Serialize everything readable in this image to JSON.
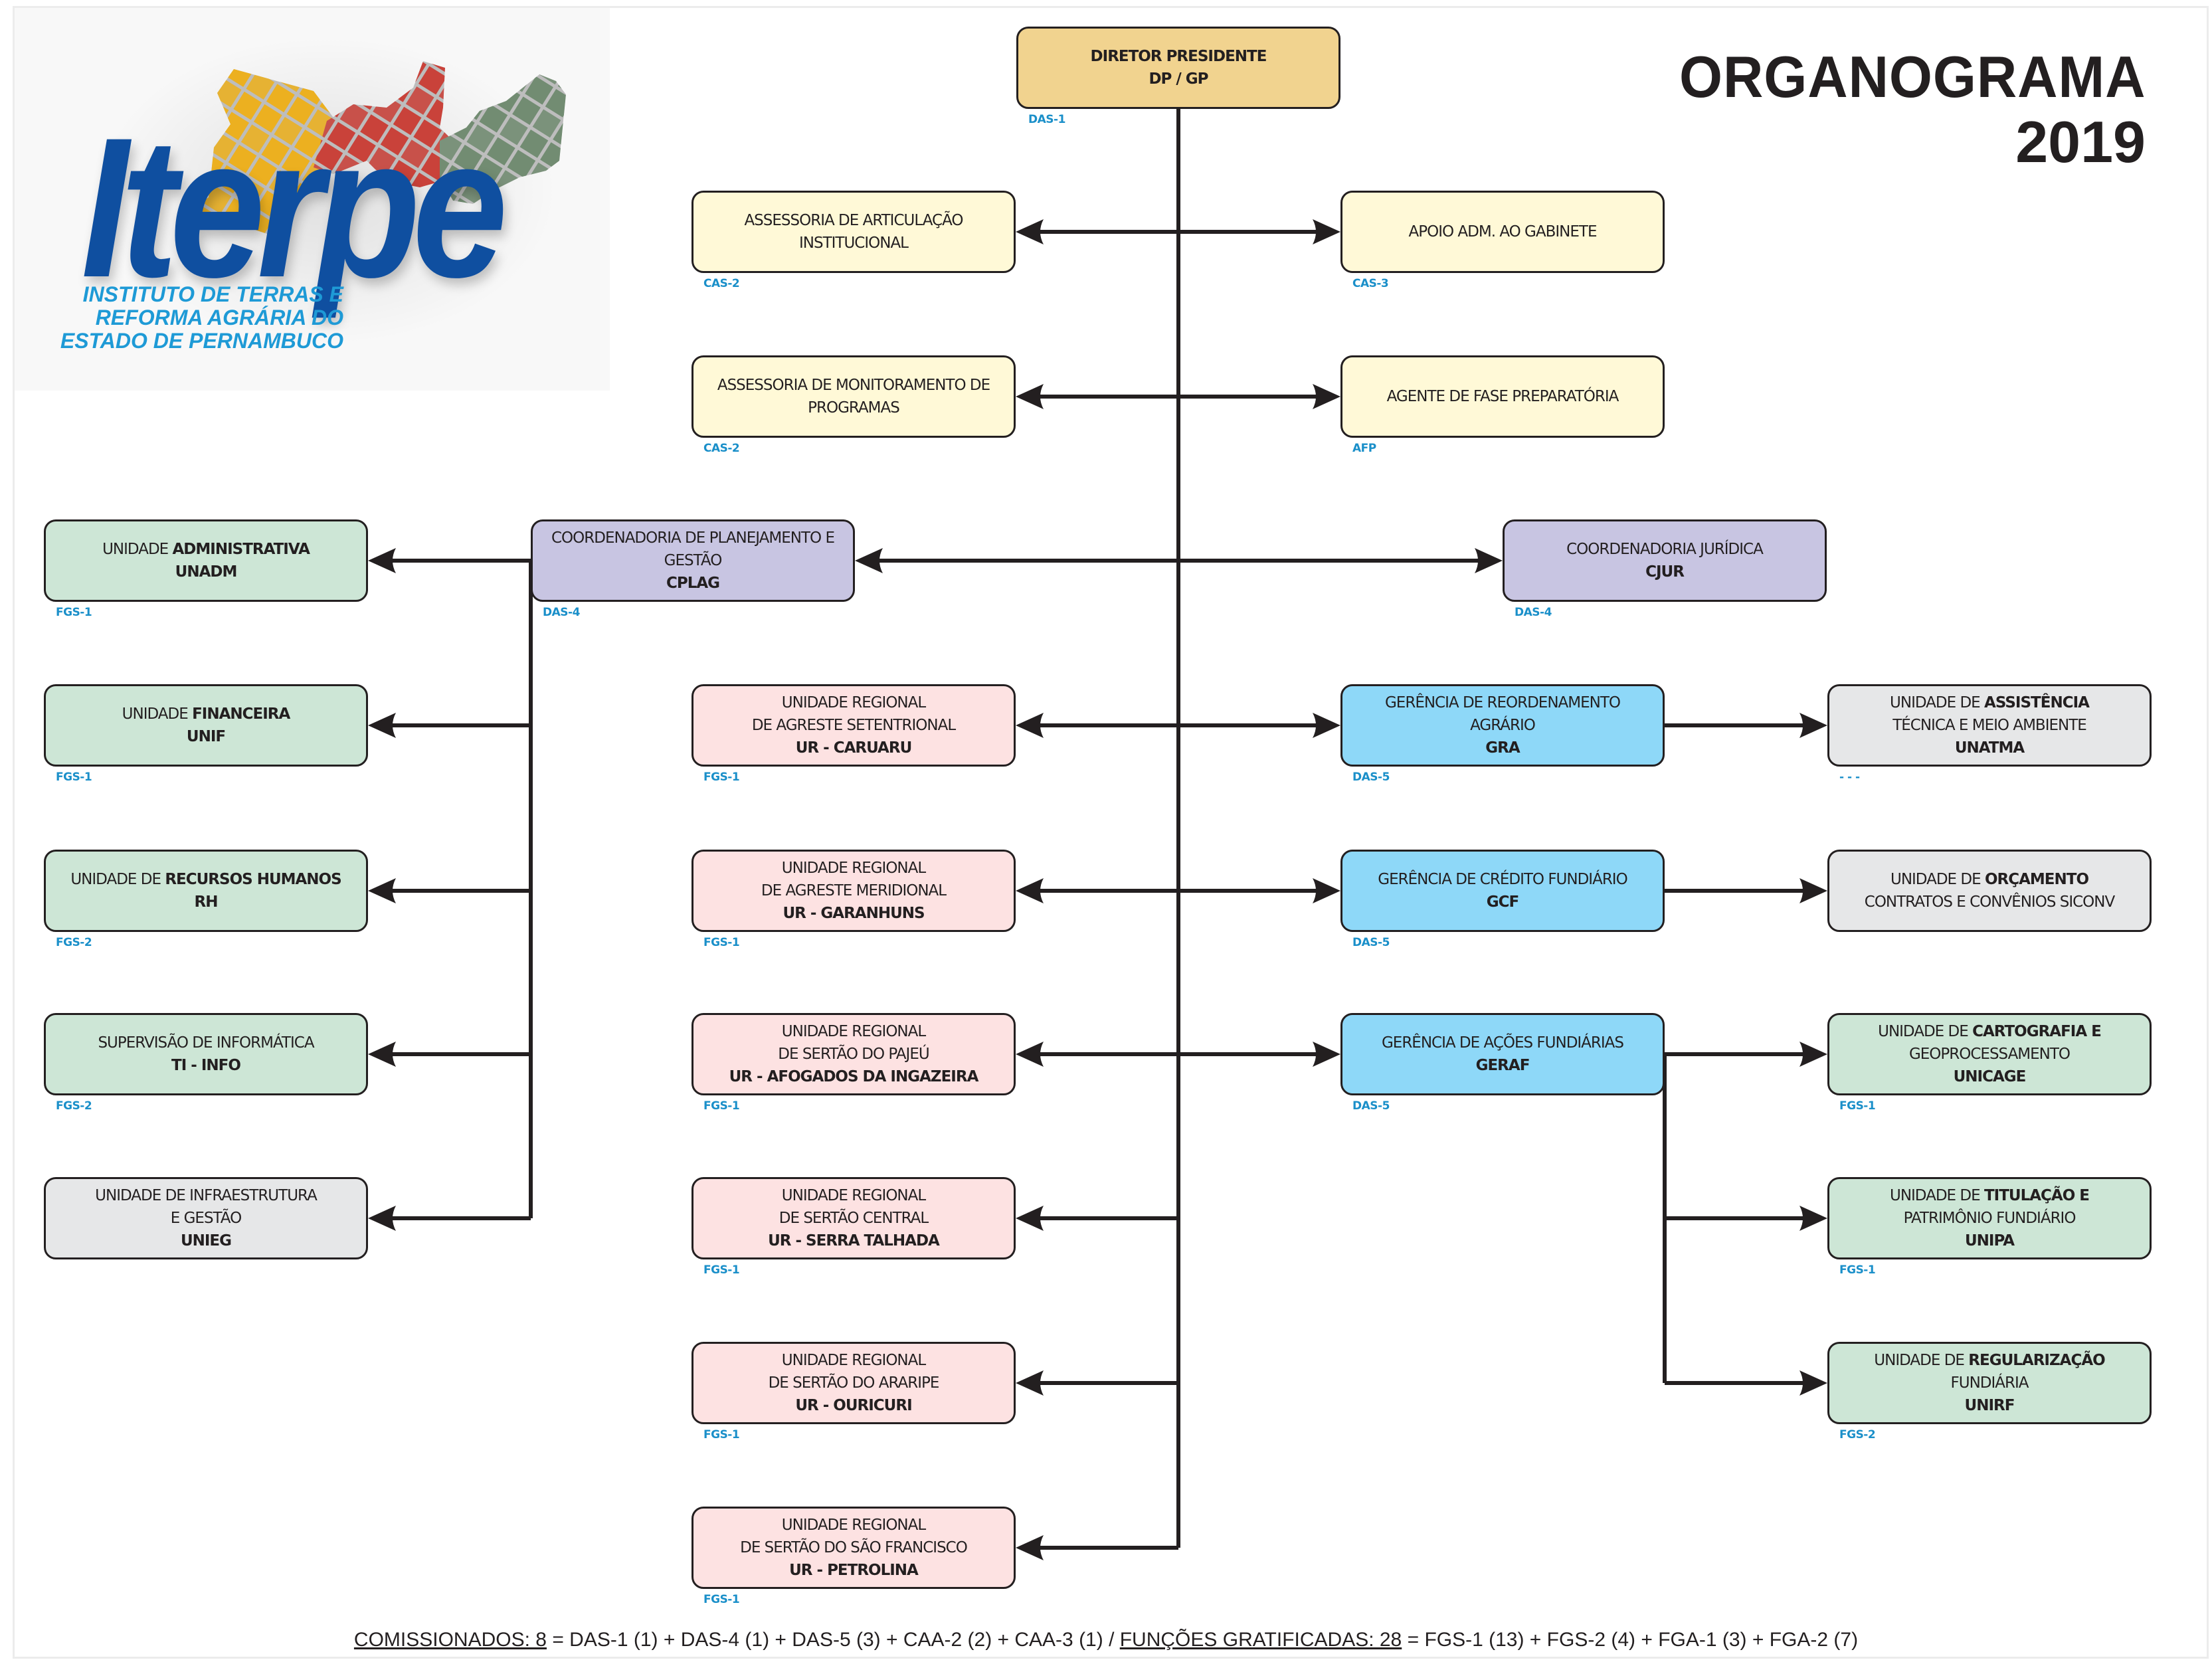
{
  "logo": {
    "wordmark": "Iterpe",
    "subtitle": [
      "INSTITUTO DE TERRAS E",
      "REFORMA AGRÁRIA DO",
      "ESTADO DE PERNAMBUCO"
    ],
    "colors": {
      "wordmark": "#0f4fa0",
      "subtitle": "#1e9ad6",
      "map_west": "#ecb020",
      "map_center": "#c9423a",
      "map_east": "#728c72"
    }
  },
  "title": {
    "line1": "ORGANOGRAMA",
    "line2": "2019"
  },
  "colors": {
    "director": "#f1d38f",
    "advisory": "#fff9d7",
    "coordination": "#c8c5e2",
    "regional": "#fde2e2",
    "management": "#8ed8f8",
    "unit": "#cde6d6",
    "unit_unfilled": "#e6e7e8",
    "grade_text": "#1a8fc9",
    "lines": "#231f20"
  },
  "boxes": {
    "dp": {
      "lines": [
        {
          "pre": "DIRETOR PRESIDENTE",
          "em": ""
        }
      ],
      "code": "DP / GP",
      "grade": "DAS-1"
    },
    "aai": {
      "lines": [
        {
          "pre": "ASSESSORIA DE ARTICULAÇÃO",
          "em": ""
        },
        {
          "pre": "INSTITUCIONAL",
          "em": ""
        }
      ],
      "code": "",
      "grade": "CAS-2"
    },
    "aag": {
      "lines": [
        {
          "pre": "APOIO ADM. AO GABINETE",
          "em": ""
        }
      ],
      "code": "",
      "grade": "CAS-3"
    },
    "amp": {
      "lines": [
        {
          "pre": "ASSESSORIA DE MONITORAMENTO DE",
          "em": ""
        },
        {
          "pre": "PROGRAMAS",
          "em": ""
        }
      ],
      "code": "",
      "grade": "CAS-2"
    },
    "afp": {
      "lines": [
        {
          "pre": "AGENTE DE FASE PREPARATÓRIA",
          "em": ""
        }
      ],
      "code": "",
      "grade": "AFP"
    },
    "cplag": {
      "lines": [
        {
          "pre": "COORDENADORIA DE PLANEJAMENTO E",
          "em": ""
        },
        {
          "pre": "GESTÃO",
          "em": ""
        }
      ],
      "code": "CPLAG",
      "grade": "DAS-4"
    },
    "cjur": {
      "lines": [
        {
          "pre": "COORDENADORIA JURÍDICA",
          "em": ""
        }
      ],
      "code": "CJUR",
      "grade": "DAS-4"
    },
    "unadm": {
      "lines": [
        {
          "pre": "UNIDADE ",
          "em": "ADMINISTRATIVA"
        }
      ],
      "code": "UNADM",
      "grade": "FGS-1"
    },
    "unif": {
      "lines": [
        {
          "pre": "UNIDADE ",
          "em": "FINANCEIRA"
        }
      ],
      "code": "UNIF",
      "grade": "FGS-1"
    },
    "rh": {
      "lines": [
        {
          "pre": "UNIDADE DE ",
          "em": "RECURSOS HUMANOS"
        }
      ],
      "code": "RH",
      "grade": "FGS-2"
    },
    "ti": {
      "lines": [
        {
          "pre": "SUPERVISÃO DE INFORMÁTICA",
          "em": ""
        }
      ],
      "code": "TI - INFO",
      "grade": "FGS-2"
    },
    "unieg": {
      "lines": [
        {
          "pre": "UNIDADE DE INFRAESTRUTURA",
          "em": ""
        },
        {
          "pre": "E GESTÃO",
          "em": ""
        }
      ],
      "code": "UNIEG",
      "grade": ""
    },
    "ur_caruaru": {
      "lines": [
        {
          "pre": "UNIDADE REGIONAL",
          "em": ""
        },
        {
          "pre": "DE AGRESTE SETENTRIONAL",
          "em": ""
        }
      ],
      "code": "UR - CARUARU",
      "grade": "FGS-1"
    },
    "ur_garanhuns": {
      "lines": [
        {
          "pre": "UNIDADE REGIONAL",
          "em": ""
        },
        {
          "pre": "DE AGRESTE MERIDIONAL",
          "em": ""
        }
      ],
      "code": "UR - GARANHUNS",
      "grade": "FGS-1"
    },
    "ur_afogados": {
      "lines": [
        {
          "pre": "UNIDADE REGIONAL",
          "em": ""
        },
        {
          "pre": "DE SERTÃO DO PAJEÚ",
          "em": ""
        }
      ],
      "code": "UR - AFOGADOS DA INGAZEIRA",
      "grade": "FGS-1"
    },
    "ur_serra": {
      "lines": [
        {
          "pre": "UNIDADE REGIONAL",
          "em": ""
        },
        {
          "pre": "DE SERTÃO CENTRAL",
          "em": ""
        }
      ],
      "code": "UR - SERRA TALHADA",
      "grade": "FGS-1"
    },
    "ur_ouricuri": {
      "lines": [
        {
          "pre": "UNIDADE REGIONAL",
          "em": ""
        },
        {
          "pre": "DE SERTÃO DO ARARIPE",
          "em": ""
        }
      ],
      "code": "UR - OURICURI",
      "grade": "FGS-1"
    },
    "ur_petrolina": {
      "lines": [
        {
          "pre": "UNIDADE REGIONAL",
          "em": ""
        },
        {
          "pre": "DE SERTÃO DO SÃO FRANCISCO",
          "em": ""
        }
      ],
      "code": "UR - PETROLINA",
      "grade": "FGS-1"
    },
    "gra": {
      "lines": [
        {
          "pre": "GERÊNCIA DE REORDENAMENTO",
          "em": ""
        },
        {
          "pre": "AGRÁRIO",
          "em": ""
        }
      ],
      "code": "GRA",
      "grade": "DAS-5"
    },
    "gcf": {
      "lines": [
        {
          "pre": "GERÊNCIA DE CRÉDITO FUNDIÁRIO",
          "em": ""
        }
      ],
      "code": "GCF",
      "grade": "DAS-5"
    },
    "geraf": {
      "lines": [
        {
          "pre": "GERÊNCIA DE AÇÕES FUNDIÁRIAS",
          "em": ""
        }
      ],
      "code": "GERAF",
      "grade": "DAS-5"
    },
    "unatma": {
      "lines": [
        {
          "pre": "UNIDADE DE ",
          "em": "ASSISTÊNCIA"
        },
        {
          "pre": "TÉCNICA E MEIO AMBIENTE",
          "em": ""
        }
      ],
      "code": "UNATMA",
      "grade": "- - -"
    },
    "siconv": {
      "lines": [
        {
          "pre": "UNIDADE DE ",
          "em": "ORÇAMENTO"
        },
        {
          "pre": "CONTRATOS E CONVÊNIOS SICONV",
          "em": ""
        }
      ],
      "code": "",
      "grade": ""
    },
    "unicage": {
      "lines": [
        {
          "pre": "UNIDADE DE ",
          "em": "CARTOGRAFIA E"
        },
        {
          "pre": "GEOPROCESSAMENTO",
          "em": ""
        }
      ],
      "code": "UNICAGE",
      "grade": "FGS-1"
    },
    "unipa": {
      "lines": [
        {
          "pre": "UNIDADE DE ",
          "em": "TITULAÇÃO E"
        },
        {
          "pre": "PATRIMÔNIO FUNDIÁRIO",
          "em": ""
        }
      ],
      "code": "UNIPA",
      "grade": "FGS-1"
    },
    "unirf": {
      "lines": [
        {
          "pre": "UNIDADE DE ",
          "em": "REGULARIZAÇÃO"
        },
        {
          "pre": "FUNDIÁRIA",
          "em": ""
        }
      ],
      "code": "UNIRF",
      "grade": "FGS-2"
    }
  },
  "footer": {
    "comissionados_label": "COMISSIONADOS: 8",
    "comissionados_detail": " = DAS-1 (1) + DAS-4 (1) + DAS-5 (3) + CAA-2 (2) + CAA-3 (1) / ",
    "gratificadas_label": "FUNÇÕES GRATIFICADAS: 28",
    "gratificadas_detail": " = FGS-1 (13) + FGS-2 (4) + FGA-1 (3) + FGA-2 (7)"
  }
}
